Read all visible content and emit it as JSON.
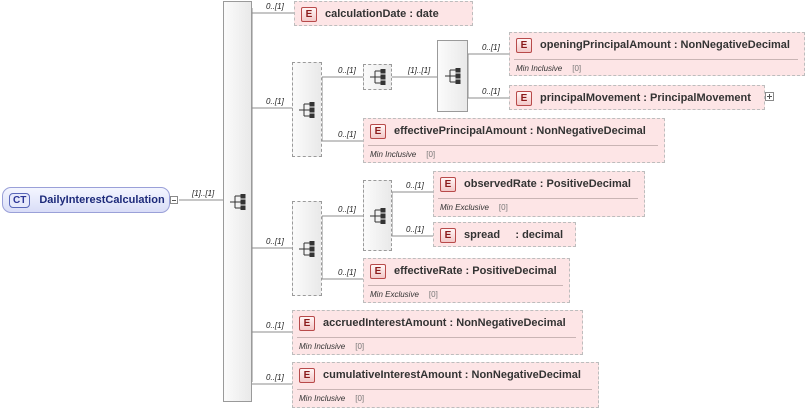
{
  "root": {
    "badge": "CT",
    "name": "DailyInterestCalculation",
    "cardinality": "[1]..[1]"
  },
  "elements": {
    "calculation_date": {
      "badge": "E",
      "name": "calculationDate : date",
      "cardinality": "0..[1]"
    },
    "opening_principal_amount": {
      "badge": "E",
      "name": "openingPrincipalAmount : NonNegativeDecimal",
      "cardinality": "0..[1]",
      "facet_name": "Min Inclusive",
      "facet_value": "[0]"
    },
    "principal_movement": {
      "badge": "E",
      "name": "principalMovement : PrincipalMovement",
      "cardinality": "0..[1]"
    },
    "effective_principal_amount": {
      "badge": "E",
      "name": "effectivePrincipalAmount : NonNegativeDecimal",
      "cardinality": "0..[1]",
      "facet_name": "Min Inclusive",
      "facet_value": "[0]"
    },
    "observed_rate": {
      "badge": "E",
      "name": "observedRate : PositiveDecimal",
      "cardinality": "0..[1]",
      "facet_name": "Min Exclusive",
      "facet_value": "[0]"
    },
    "spread": {
      "badge": "E",
      "name": "spread     : decimal",
      "cardinality": "0..[1]"
    },
    "effective_rate": {
      "badge": "E",
      "name": "effectiveRate : PositiveDecimal",
      "cardinality": "0..[1]",
      "facet_name": "Min Exclusive",
      "facet_value": "[0]"
    },
    "accrued_interest_amount": {
      "badge": "E",
      "name": "accruedInterestAmount : NonNegativeDecimal",
      "cardinality": "0..[1]",
      "facet_name": "Min Inclusive",
      "facet_value": "[0]"
    },
    "cumulative_interest_amount": {
      "badge": "E",
      "name": "cumulativeInterestAmount : NonNegativeDecimal",
      "cardinality": "0..[1]",
      "facet_name": "Min Inclusive",
      "facet_value": "[0]"
    }
  },
  "compositors": {
    "principal_choice": {
      "cardinality": "0..[1]"
    },
    "principal_inner_seq": {
      "cardinality": "0..[1]"
    },
    "principal_inner_seq2": {
      "cardinality": "[1]..[1]"
    },
    "rate_choice": {
      "cardinality": "0..[1]"
    },
    "rate_inner_seq": {
      "cardinality": "0..[1]"
    }
  },
  "icons": {
    "sequence": "sequence-icon",
    "collapse": "collapse-minus-icon",
    "expand": "expand-plus-icon"
  }
}
